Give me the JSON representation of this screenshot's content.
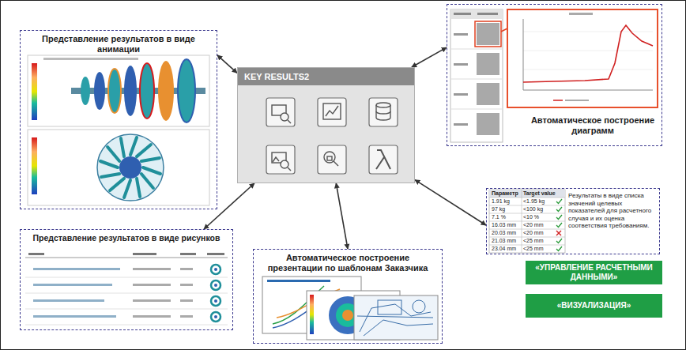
{
  "diagram": {
    "nodes": [
      {
        "text": [
          "KEY RESULTS2"
        ]
      },
      {
        "text": [
          "Представление результатов в виде анимации"
        ]
      },
      {
        "text": [
          "Автоматическое построение диаграмм"
        ]
      },
      {
        "text": [
          "Представление результатов в виде рисунков"
        ]
      },
      {
        "text": [
          "Автоматическое построение презентации по шаблонам Заказчика"
        ]
      },
      {
        "text": [
          "Результаты в виде списка значений целевых показателей для расчетного случая и их оценка соответствия требованиям."
        ]
      },
      {
        "text": [
          "«УПРАВЛЕНИЕ РАСЧЕТНЫМИ ДАННЫМИ»"
        ]
      },
      {
        "text": [
          "«ВИЗУАЛИЗАЦИЯ»"
        ]
      }
    ],
    "edges": [
      {
        "from": 0,
        "to": 1,
        "arrow": "both"
      },
      {
        "from": 0,
        "to": 2,
        "arrow": "both"
      },
      {
        "from": 0,
        "to": 3,
        "arrow": "both"
      },
      {
        "from": 0,
        "to": 4,
        "arrow": "both"
      },
      {
        "from": 0,
        "to": 5,
        "arrow": "both"
      }
    ],
    "labels": [
      "Параметр",
      "Target value",
      "1.91 kg",
      "<1.95 kg",
      "97 kg",
      "<100 kg",
      "7.1 %",
      "<10 %",
      "16.03 mm",
      "<20 mm",
      "20.03 mm",
      "<20 mm",
      "21.03 mm",
      "<25 mm",
      "23.04 mm",
      "<25 mm"
    ]
  }
}
